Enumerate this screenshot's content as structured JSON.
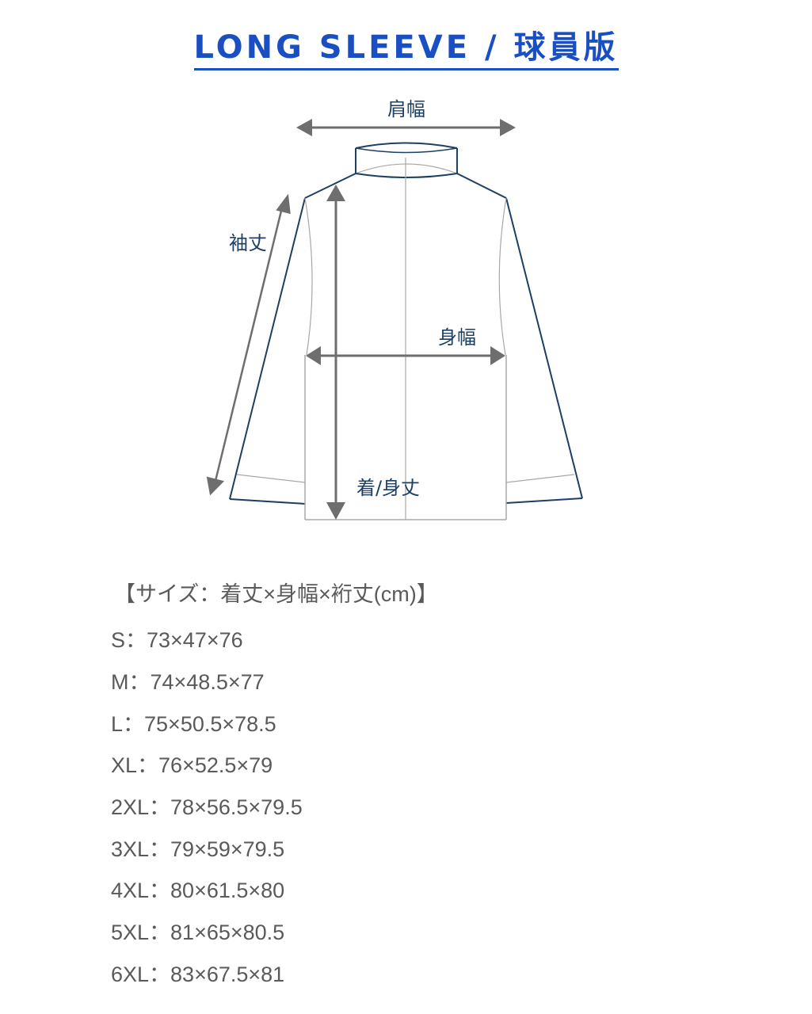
{
  "title": "LONG SLEEVE / 球員版",
  "diagram": {
    "labels": {
      "shoulder_width": "肩幅",
      "sleeve_length": "袖丈",
      "body_width": "身幅",
      "body_length": "着/身丈"
    },
    "colors": {
      "outline": "#1d3f63",
      "arrow": "#6e6e6e",
      "seam": "#a8a8a8",
      "title": "#1a4fc4",
      "text": "#5a5a5a"
    }
  },
  "size_table": {
    "header": "【サイズ：着丈×身幅×裄丈(cm)】",
    "columns": [
      "サイズ",
      "着丈",
      "身幅",
      "裄丈"
    ],
    "rows": [
      {
        "size": "S",
        "text": "S：73×47×76",
        "length": 73,
        "width": 47,
        "sleeve": 76
      },
      {
        "size": "M",
        "text": "M：74×48.5×77",
        "length": 74,
        "width": 48.5,
        "sleeve": 77
      },
      {
        "size": "L",
        "text": "L：75×50.5×78.5",
        "length": 75,
        "width": 50.5,
        "sleeve": 78.5
      },
      {
        "size": "XL",
        "text": "XL：76×52.5×79",
        "length": 76,
        "width": 52.5,
        "sleeve": 79
      },
      {
        "size": "2XL",
        "text": "2XL：78×56.5×79.5",
        "length": 78,
        "width": 56.5,
        "sleeve": 79.5
      },
      {
        "size": "3XL",
        "text": "3XL：79×59×79.5",
        "length": 79,
        "width": 59,
        "sleeve": 79.5
      },
      {
        "size": "4XL",
        "text": "4XL：80×61.5×80",
        "length": 80,
        "width": 61.5,
        "sleeve": 80
      },
      {
        "size": "5XL",
        "text": "5XL：81×65×80.5",
        "length": 81,
        "width": 65,
        "sleeve": 80.5
      },
      {
        "size": "6XL",
        "text": "6XL：83×67.5×81",
        "length": 83,
        "width": 67.5,
        "sleeve": 81
      }
    ]
  }
}
